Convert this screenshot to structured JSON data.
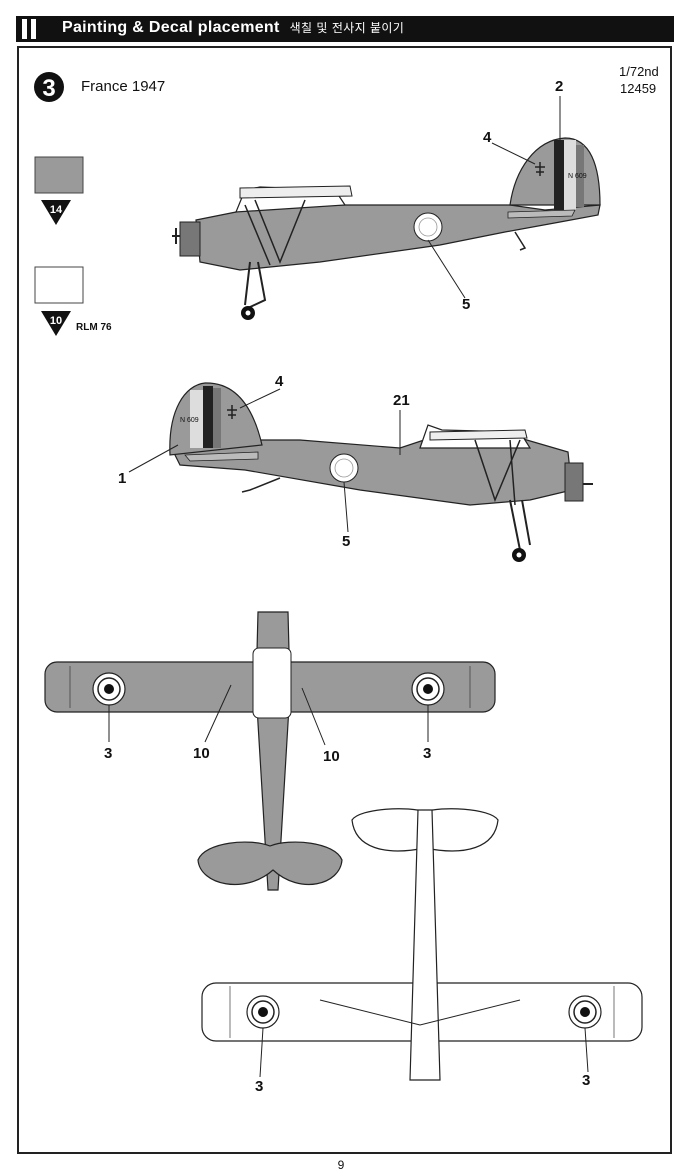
{
  "header": {
    "title": "Painting & Decal placement",
    "subtitle": "색칠 및 전사지 붙이기"
  },
  "scheme": {
    "number": "3",
    "name": "France 1947"
  },
  "kit": {
    "scale": "1/72nd",
    "code": "12459"
  },
  "paints": [
    {
      "code": "14",
      "name": "",
      "swatch": "#9a9a9a"
    },
    {
      "code": "10",
      "name": "RLM 76",
      "swatch": "#ffffff"
    }
  ],
  "fuselage_code": "N 609",
  "callouts": {
    "side_right": {
      "tail": "2",
      "cross": "4",
      "roundel": "5"
    },
    "side_left": {
      "tail": "1",
      "cross": "4",
      "stencil": "21",
      "roundel": "5"
    },
    "top": {
      "left_roundel": "3",
      "left_panel": "10",
      "right_panel": "10",
      "right_roundel": "3"
    },
    "bottom": {
      "left_roundel": "3",
      "right_roundel": "3"
    }
  },
  "page_number": "9",
  "colors": {
    "grey": "#9a9a9a",
    "dark": "#111111",
    "roundel_blue": "#2b3a8a",
    "roundel_red": "#c01818"
  }
}
